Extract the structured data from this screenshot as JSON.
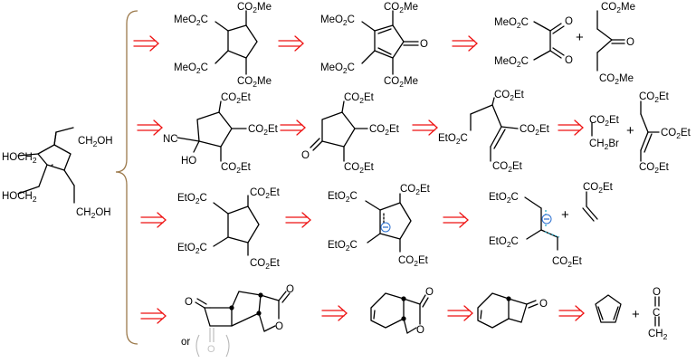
{
  "target": {
    "labels": {
      "ch2oh_upper_right": "CH",
      "ch2oh_upper_right_sub": "2",
      "ch2oh_upper_right_tail": "OH",
      "hoch2_upper_left": "HOCH",
      "hoch2_upper_left_sub": "2",
      "hoch2_lower_left": "HOCH",
      "hoch2_lower_left_sub": "2",
      "ch2oh_lower_right": "CH",
      "ch2oh_lower_right_sub": "2",
      "ch2oh_lower_right_tail": "OH"
    }
  },
  "row1": {
    "m1": {
      "a": "MeO",
      "a_sub": "2",
      "a_pre": "C",
      "b": "CO",
      "b_sub": "2",
      "b_tail": "Me",
      "c": "MeO",
      "c_sub": "2",
      "c_pre": "C",
      "d": "CO",
      "d_sub": "2",
      "d_tail": "Me"
    },
    "m2": {
      "a": "MeO",
      "a_sub": "2",
      "a_pre": "C",
      "b": "CO",
      "b_sub": "2",
      "b_tail": "Me",
      "c": "MeO",
      "c_sub": "2",
      "c_pre": "C",
      "d": "CO",
      "d_sub": "2",
      "d_tail": "Me",
      "o": "O"
    },
    "m3": {
      "a": "MeO",
      "a_sub": "2",
      "a_pre": "C",
      "b": "MeO",
      "b_sub": "2",
      "b_pre": "C",
      "o1": "O",
      "o2": "O"
    },
    "plus": "+",
    "m4": {
      "a": "CO",
      "a_sub": "2",
      "a_tail": "Me",
      "b": "CO",
      "b_sub": "2",
      "b_tail": "Me",
      "o": "O"
    }
  },
  "row2": {
    "m1": {
      "a": "CO",
      "a_sub": "2",
      "a_tail": "Et",
      "b": "CO",
      "b_sub": "2",
      "b_tail": "Et",
      "c": "CO",
      "c_sub": "2",
      "c_tail": "Et",
      "nc": "NC",
      "ho": "HO"
    },
    "m2": {
      "a": "CO",
      "a_sub": "2",
      "a_tail": "Et",
      "b": "CO",
      "b_sub": "2",
      "b_tail": "Et",
      "c": "CO",
      "c_sub": "2",
      "c_tail": "Et",
      "o": "O"
    },
    "m3": {
      "a": "CO",
      "a_sub": "2",
      "a_tail": "Et",
      "b": "EtO",
      "b_sub": "2",
      "b_pre": "C",
      "c": "CO",
      "c_sub": "2",
      "c_tail": "Et",
      "d": "CO",
      "d_sub": "2",
      "d_tail": "Et"
    },
    "m4": {
      "a": "CO",
      "a_sub": "2",
      "a_tail": "Et",
      "b": "CH",
      "b_sub": "2",
      "b_tail": "Br"
    },
    "plus": "+",
    "m5": {
      "a": "CO",
      "a_sub": "2",
      "a_tail": "Et",
      "b": "CO",
      "b_sub": "2",
      "b_tail": "Et",
      "c": "CO",
      "c_sub": "2",
      "c_tail": "Et"
    }
  },
  "row3": {
    "m1": {
      "a": "EtO",
      "a_sub": "2",
      "a_pre": "C",
      "b": "CO",
      "b_sub": "2",
      "b_tail": "Et",
      "c": "EtO",
      "c_sub": "2",
      "c_pre": "C",
      "d": "CO",
      "d_sub": "2",
      "d_tail": "Et"
    },
    "m2": {
      "a": "EtO",
      "a_sub": "2",
      "a_pre": "C",
      "b": "CO",
      "b_sub": "2",
      "b_tail": "Et",
      "c": "EtO",
      "c_sub": "2",
      "c_pre": "C",
      "d": "CO",
      "d_sub": "2",
      "d_tail": "Et"
    },
    "m3": {
      "a": "EtO",
      "a_sub": "2",
      "a_pre": "C",
      "b": "EtO",
      "b_sub": "2",
      "b_pre": "C",
      "c": "CO",
      "c_sub": "2",
      "c_tail": "Et"
    },
    "plus": "+",
    "m4": {
      "a": "CO",
      "a_sub": "2",
      "a_tail": "Et"
    }
  },
  "row4": {
    "or": "or",
    "m1": {
      "o1": "O",
      "o2": "O",
      "o3": "O",
      "ghost_o": "O"
    },
    "m2": {
      "o1": "O",
      "o2": "O"
    },
    "m3": {
      "o": "O"
    },
    "plus": "+",
    "ketene": {
      "o": "O",
      "c": "C",
      "ch2": "CH",
      "ch2_sub": "2"
    }
  },
  "colors": {
    "arrow": "#ee1111",
    "brace": "#9c7a4c",
    "charge": "#2a6fd0",
    "mark": "#19a8c8"
  }
}
